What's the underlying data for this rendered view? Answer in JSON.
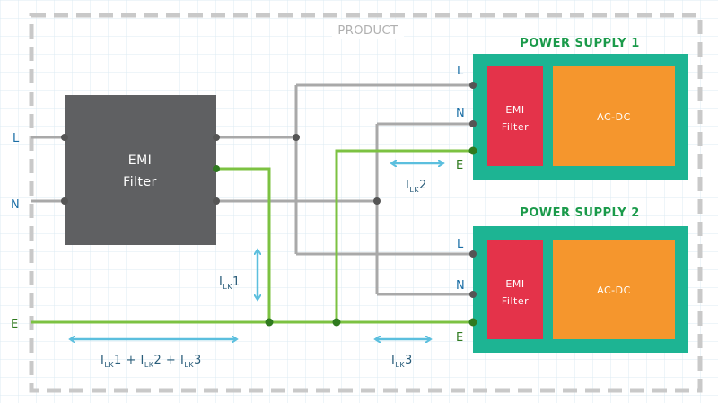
{
  "diagram": {
    "product_label": "PRODUCT",
    "emi_filter": {
      "line1": "EMI",
      "line2": "Filter"
    },
    "inputs": {
      "line": "L",
      "neutral": "N",
      "earth": "E"
    },
    "supplies": [
      {
        "title": "POWER SUPPLY 1",
        "emi_line1": "EMI",
        "emi_line2": "Filter",
        "converter": "AC-DC",
        "pins": [
          "L",
          "N",
          "E"
        ]
      },
      {
        "title": "POWER SUPPLY 2",
        "emi_line1": "EMI",
        "emi_line2": "Filter",
        "converter": "AC-DC",
        "pins": [
          "L",
          "N",
          "E"
        ]
      }
    ],
    "leakage": {
      "ilk1": {
        "main": "I",
        "sub": "LK",
        "tail": "1"
      },
      "ilk2": {
        "main": "I",
        "sub": "LK",
        "tail": "2"
      },
      "ilk3": {
        "main": "I",
        "sub": "LK",
        "tail": "3"
      },
      "sum": {
        "t1_main": "I",
        "t1_sub": "LK",
        "t1_tail": "1 +",
        "t2_main": " I",
        "t2_sub": "LK",
        "t2_tail": "2 +",
        "t3_main": " I",
        "t3_sub": "LK",
        "t3_tail": "3"
      }
    },
    "colors": {
      "grid": "#dcebf3",
      "frame": "#c9c9c9",
      "wire_gray": "#a9a9a9",
      "wire_green": "#7cc242",
      "node": "#555555",
      "node_green": "#2f7a1f",
      "filter_body": "#5f6062",
      "supply_bg": "#1db493",
      "emi_red": "#e4334a",
      "acdc_orange": "#f5962d",
      "title_green": "#1a9a4a",
      "arrow_blue": "#5bbfde",
      "pin_blue": "#1c6fa6",
      "text_dark": "#2a5d7a"
    }
  }
}
